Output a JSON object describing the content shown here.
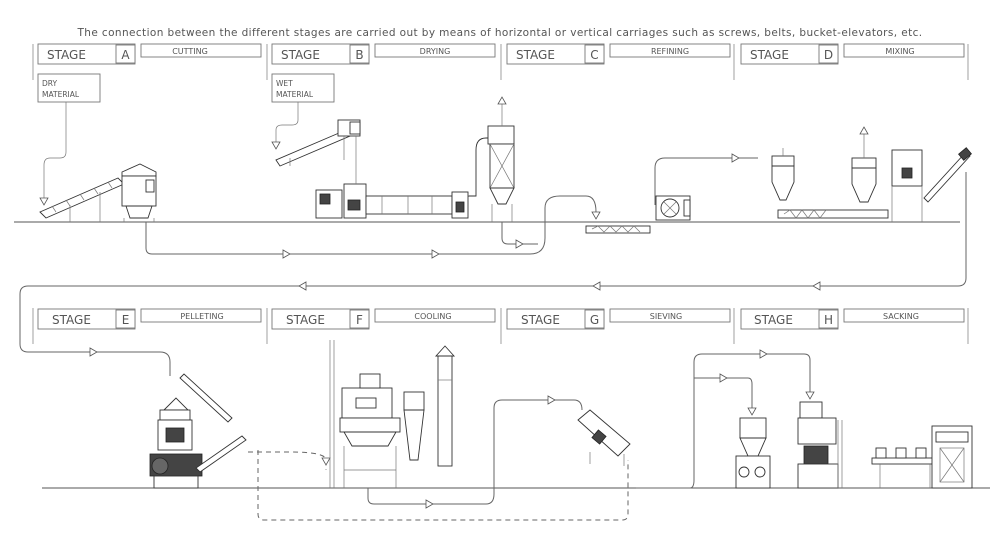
{
  "caption": "The connection between the different stages are carried out by means of horizontal or vertical carriages such as screws, belts, bucket-elevators, etc.",
  "stage_word": "STAGE",
  "stages": [
    {
      "letter": "A",
      "name": "CUTTING"
    },
    {
      "letter": "B",
      "name": "DRYING"
    },
    {
      "letter": "C",
      "name": "REFINING"
    },
    {
      "letter": "D",
      "name": "MIXING"
    },
    {
      "letter": "E",
      "name": "PELLETING"
    },
    {
      "letter": "F",
      "name": "COOLING"
    },
    {
      "letter": "G",
      "name": "SIEVING"
    },
    {
      "letter": "H",
      "name": "SACKING"
    }
  ],
  "inputs": {
    "dry": [
      "DRY",
      "MATERIAL"
    ],
    "wet": [
      "WET",
      "MATERIAL"
    ]
  }
}
